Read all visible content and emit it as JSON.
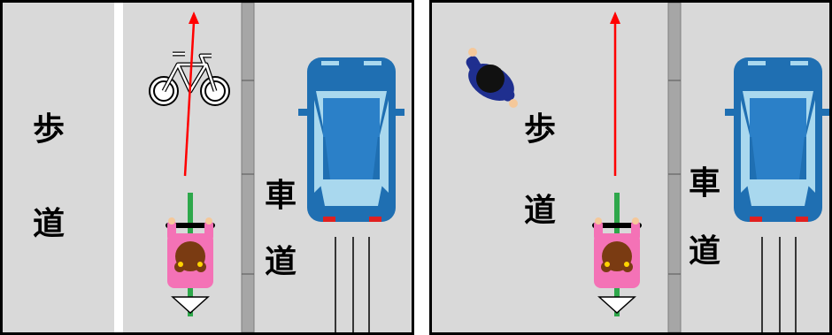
{
  "left_scene": {
    "sidewalk_label_1": "歩",
    "sidewalk_label_2": "道",
    "roadway_label_1": "車",
    "roadway_label_2": "道"
  },
  "right_scene": {
    "sidewalk_label_1": "歩",
    "sidewalk_label_2": "道",
    "roadway_label_1": "車",
    "roadway_label_2": "道"
  },
  "colors": {
    "pavement": "#d9d9d9",
    "curb": "#a6a6a6",
    "car_body": "#1f6fb2",
    "car_glass": "#a9d8ee",
    "cyclist_shirt": "#f472b6",
    "bicycle_frame": "#2ea84b",
    "direction_arrow": "#ff0000",
    "pedestrian_shirt": "#1f2f8f"
  }
}
